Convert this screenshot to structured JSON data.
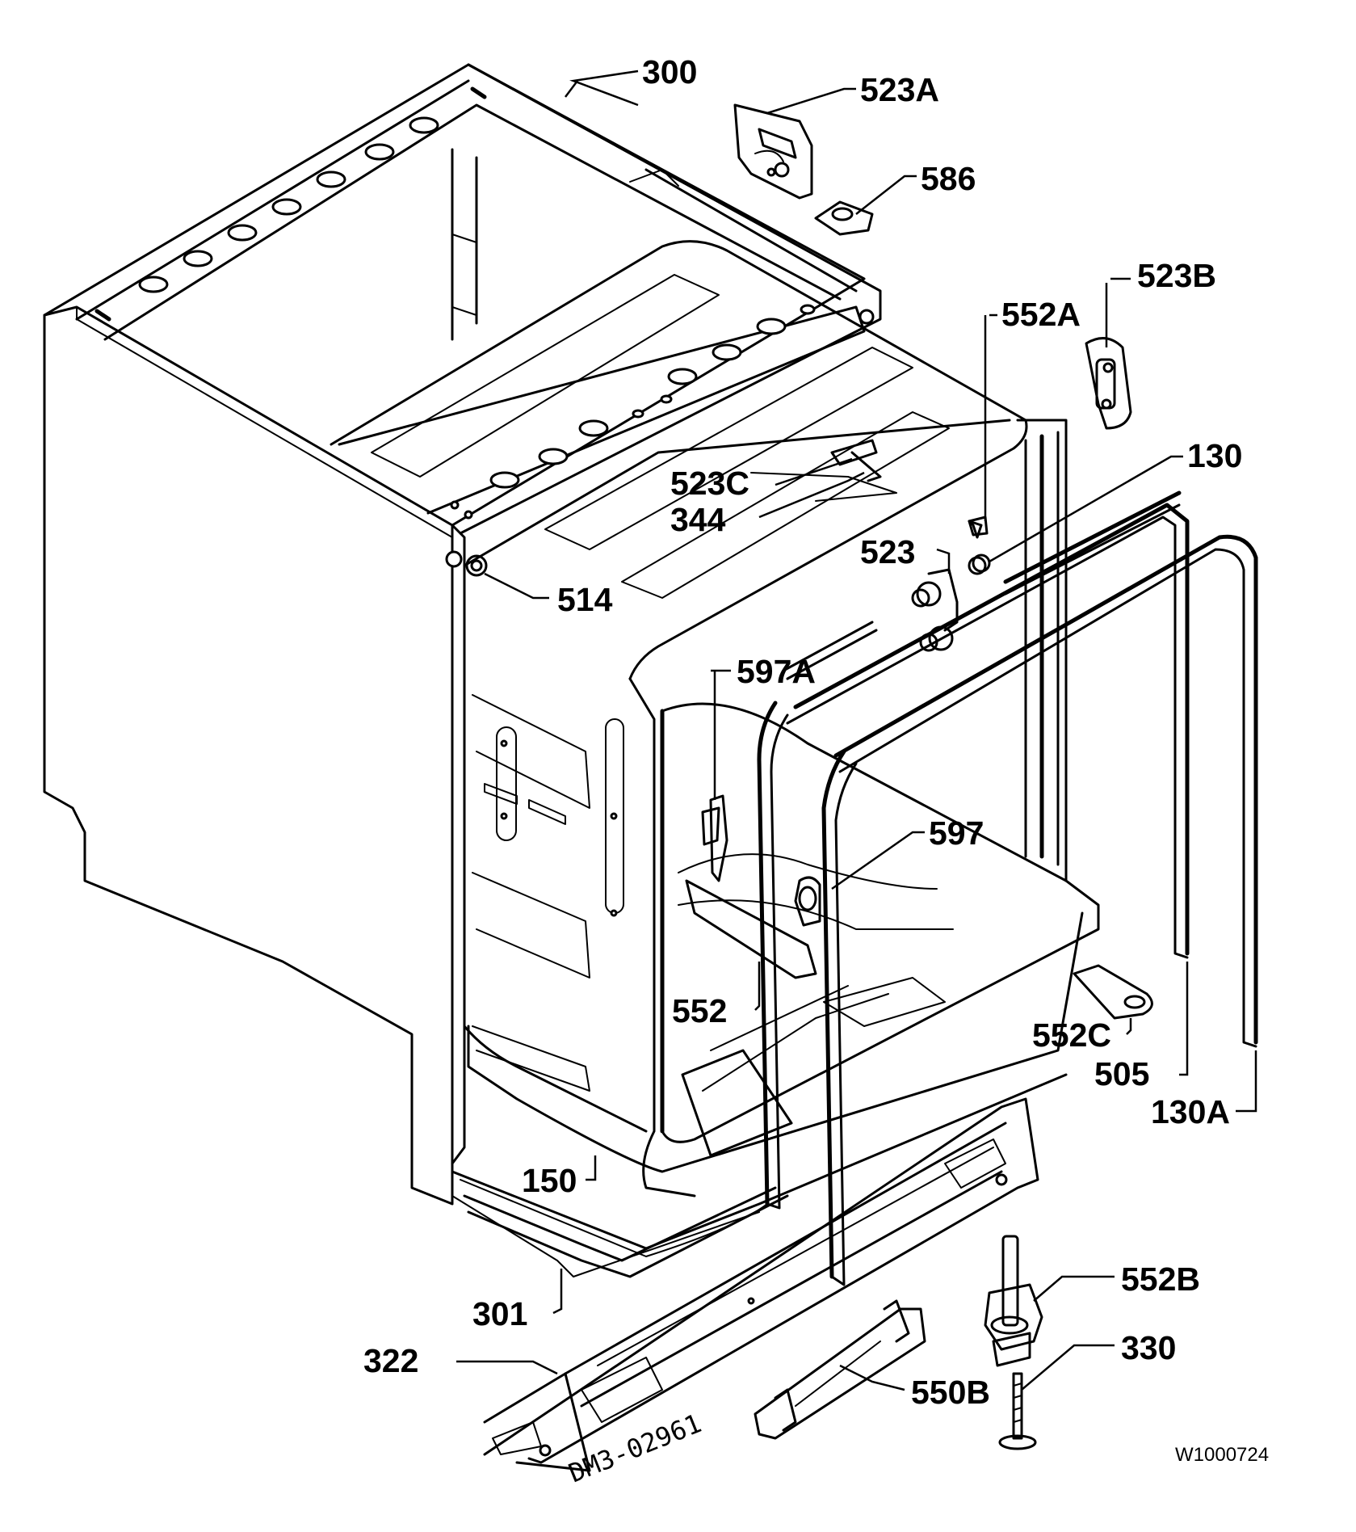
{
  "diagram": {
    "part_numbers": [
      "300",
      "523A",
      "586",
      "523B",
      "552A",
      "130",
      "523C",
      "344",
      "523",
      "514",
      "597A",
      "597",
      "552",
      "552C",
      "505",
      "130A",
      "150",
      "301",
      "322",
      "552B",
      "330",
      "550B"
    ],
    "drawing_number": "DM3-02961",
    "reference_code": "W1000724"
  }
}
